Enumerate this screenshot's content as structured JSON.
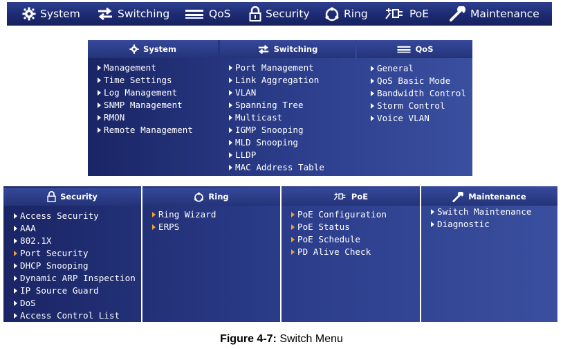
{
  "top_menu": [
    {
      "label": "System",
      "icon": "gear-icon"
    },
    {
      "label": "Switching",
      "icon": "switching-arrows-icon"
    },
    {
      "label": "QoS",
      "icon": "qos-bars-icon"
    },
    {
      "label": "Security",
      "icon": "lock-icon"
    },
    {
      "label": "Ring",
      "icon": "ring-icon"
    },
    {
      "label": "PoE",
      "icon": "poe-plug-icon"
    },
    {
      "label": "Maintenance",
      "icon": "wrench-icon"
    }
  ],
  "menu_upper": {
    "system": {
      "title": "System",
      "items": [
        "Management",
        "Time Settings",
        "Log Management",
        "SNMP Management",
        "RMON",
        "Remote Management"
      ]
    },
    "switching": {
      "title": "Switching",
      "items": [
        "Port Management",
        "Link Aggregation",
        "VLAN",
        "Spanning Tree",
        "Multicast",
        "IGMP Snooping",
        "MLD Snooping",
        "LLDP",
        "MAC Address Table"
      ]
    },
    "qos": {
      "title": "QoS",
      "items": [
        "General",
        "QoS Basic Mode",
        "Bandwidth Control",
        "Storm Control",
        "Voice VLAN"
      ]
    }
  },
  "menu_lower": {
    "security": {
      "title": "Security",
      "items": [
        "Access Security",
        "AAA",
        "802.1X",
        "Port Security",
        "DHCP Snooping",
        "Dynamic ARP Inspection",
        "IP Source Guard",
        "DoS",
        "Access Control List"
      ]
    },
    "ring": {
      "title": "Ring",
      "items": [
        "Ring Wizard",
        "ERPS"
      ]
    },
    "poe": {
      "title": "PoE",
      "items": [
        "PoE Configuration",
        "PoE Status",
        "PoE Schedule",
        "PD Alive Check"
      ]
    },
    "maintenance": {
      "title": "Maintenance",
      "items": [
        "Switch Maintenance",
        "Diagnostic"
      ]
    }
  },
  "caption": {
    "label": "Figure 4-7:",
    "text": "Switch Menu"
  },
  "colors": {
    "menu_bar": "#1d2a72",
    "panel_dark": "#1a2565",
    "panel_light": "#3a4f9f",
    "accent_arrow": "#f0a030"
  }
}
